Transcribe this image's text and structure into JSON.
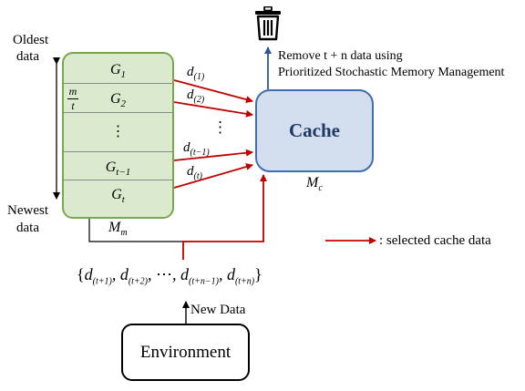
{
  "oldest_label": [
    "Oldest",
    "data"
  ],
  "newest_label": [
    "Newest",
    "data"
  ],
  "memory": {
    "name": "M",
    "name_sub": "m",
    "rows": [
      {
        "base": "G",
        "sub": "1"
      },
      {
        "base": "G",
        "sub": "2"
      },
      {
        "base": "⋮",
        "sub": ""
      },
      {
        "base": "G",
        "sub": "t−1"
      },
      {
        "base": "G",
        "sub": "t"
      }
    ],
    "fraction": {
      "num": "m",
      "den": "t"
    }
  },
  "arrows": [
    {
      "base": "d",
      "sub": "(1)"
    },
    {
      "base": "d",
      "sub": "(2)"
    },
    {
      "base": "⋮",
      "sub": ""
    },
    {
      "base": "d",
      "sub": "(t−1)"
    },
    {
      "base": "d",
      "sub": "(t)"
    }
  ],
  "cache": {
    "label": "Cache",
    "name": "M",
    "name_sub": "c"
  },
  "remove_text": [
    "Remove t + n data using",
    "Prioritized Stochastic Memory Management"
  ],
  "new_data_set": "{d(t+1), d(t+2), ⋯, d(t+n−1), d(t+n)}",
  "new_data_parts": [
    "(t+1)",
    "(t+2)",
    "(t+n−1)",
    "(t+n)"
  ],
  "new_data_label": "New Data",
  "environment_label": "Environment",
  "legend_label": ": selected cache data",
  "colors": {
    "memory_fill": "#dbe9cf",
    "memory_border": "#78a84e",
    "cache_fill": "#d3dfef",
    "cache_border": "#3f6cb3",
    "selected_arrow": "#c00000",
    "blue_arrow": "#2f5597"
  },
  "icons": [
    "trash-icon"
  ]
}
